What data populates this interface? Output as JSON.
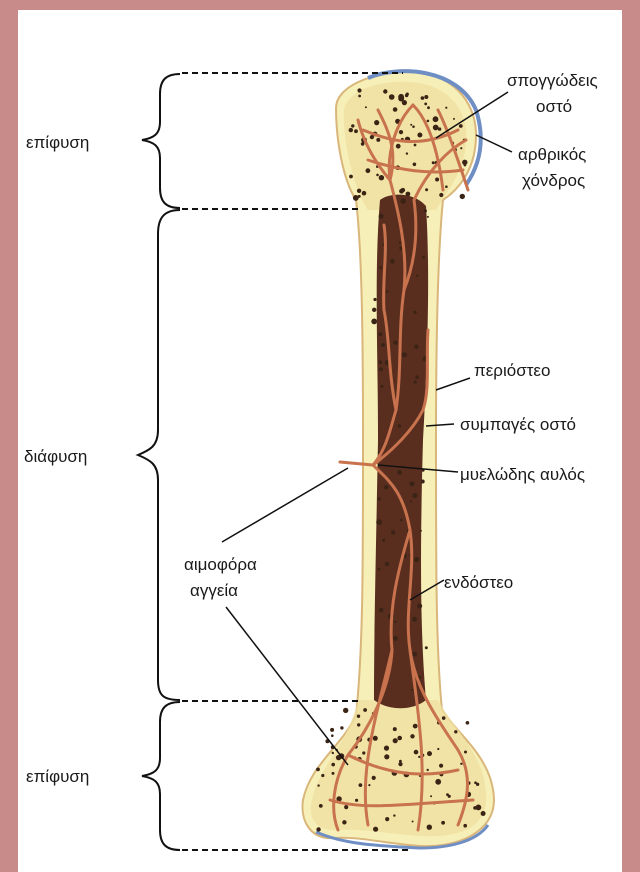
{
  "labels": {
    "epiphysis_top": "επίφυση",
    "diaphysis": "διάφυση",
    "epiphysis_bottom": "επίφυση",
    "spongy_bone_1": "σπογγώδεις",
    "spongy_bone_2": "οστό",
    "articular_cartilage_1": "αρθρικός",
    "articular_cartilage_2": "χόνδρος",
    "periosteum": "περιόστεο",
    "compact_bone": "συμπαγές οστό",
    "medullary_cavity": "μυελώδης αυλός",
    "blood_vessels_1": "αιμοφόρα",
    "blood_vessels_2": "αγγεία",
    "endosteum": "ενδόστεο"
  },
  "colors": {
    "frame_border": "#c98a8a",
    "bone": "#f7efb8",
    "bone_outline": "#d9b67a",
    "marrow": "#5a2e1f",
    "vessels": "#c8734e",
    "cartilage": "#6f8fc4"
  }
}
